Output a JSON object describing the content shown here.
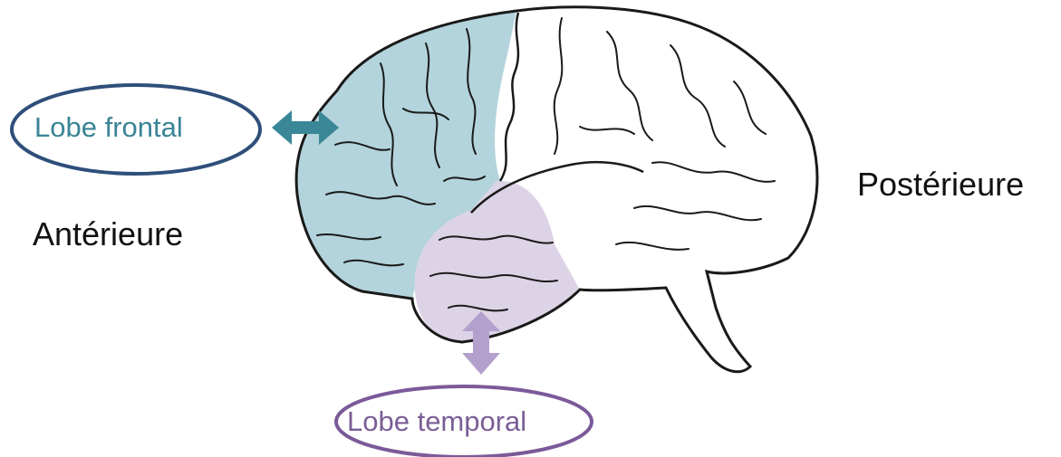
{
  "labels": {
    "frontal_lobe": "Lobe frontal",
    "temporal_lobe": "Lobe temporal",
    "anterior": "Antérieure",
    "posterior": "Postérieure"
  },
  "colors": {
    "frontal_fill": "#b3d4dc",
    "frontal_text": "#3b8496",
    "frontal_ellipse": "#2f4f7a",
    "frontal_arrow": "#3a8797",
    "temporal_fill": "#ddd3e6",
    "temporal_text": "#7a5e96",
    "temporal_ellipse": "#7b5a99",
    "temporal_arrow": "#b3a0cc",
    "outline": "#1a1a1a",
    "direction_text": "#111111"
  }
}
